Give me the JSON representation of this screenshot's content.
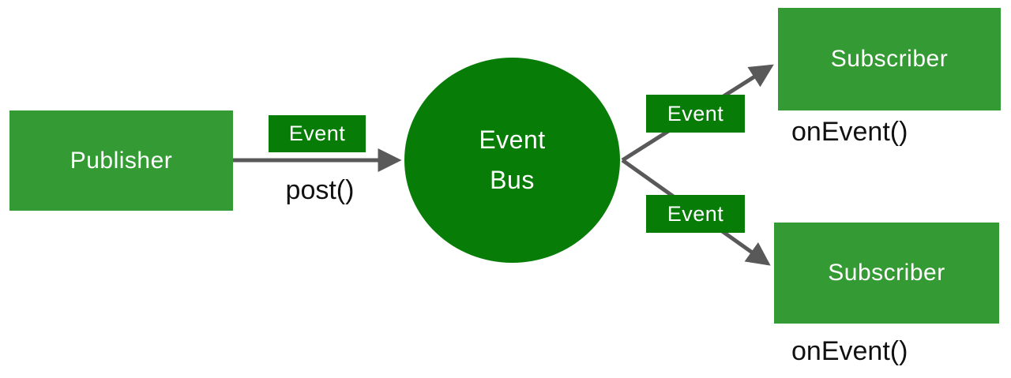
{
  "colors": {
    "box_green": "#349A33",
    "dark_green": "#077C07",
    "arrow_gray": "#595959",
    "label_black": "#111111",
    "text_white": "#ffffff"
  },
  "publisher": {
    "label": "Publisher",
    "method_label": "post()"
  },
  "event_bus": {
    "line1": "Event",
    "line2": "Bus"
  },
  "event_badges": [
    {
      "label": "Event"
    },
    {
      "label": "Event"
    },
    {
      "label": "Event"
    }
  ],
  "subscribers": [
    {
      "label": "Subscriber",
      "method_label": "onEvent()"
    },
    {
      "label": "Subscriber",
      "method_label": "onEvent()"
    }
  ]
}
